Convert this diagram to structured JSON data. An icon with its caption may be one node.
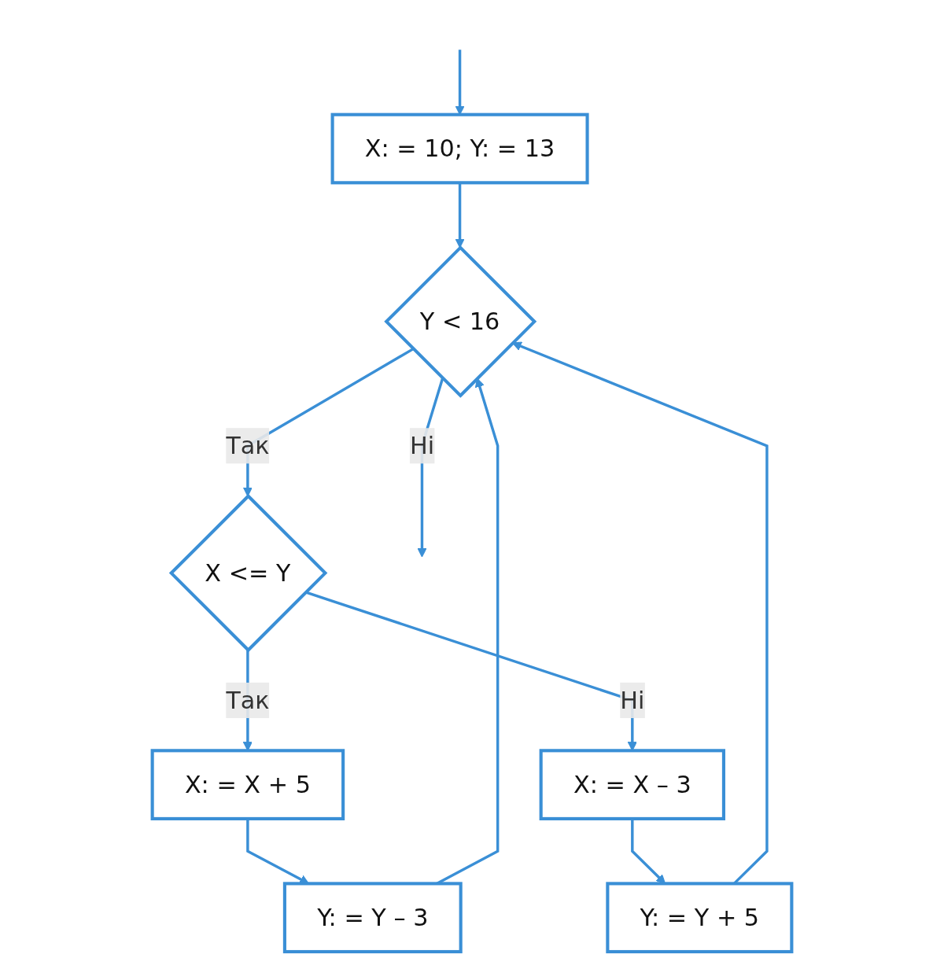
{
  "diagram": {
    "nodes": [
      {
        "text": [
          "X: = 10; Y: = 13"
        ]
      },
      {
        "text": [
          "Y < 16"
        ]
      },
      {
        "text": [
          "X <= Y"
        ]
      },
      {
        "text": [
          "X: = X + 5"
        ]
      },
      {
        "text": [
          "Y: = Y – 3"
        ]
      },
      {
        "text": [
          "X: = X – 3"
        ]
      },
      {
        "text": [
          "Y: = Y + 5"
        ]
      }
    ],
    "edges": [
      {
        "from": null,
        "to": 0,
        "arrow": "to"
      },
      {
        "from": 0,
        "to": 1,
        "arrow": "to"
      },
      {
        "from": 1,
        "to": 2,
        "arrow": "to",
        "label": "Так"
      },
      {
        "from": 1,
        "to": null,
        "arrow": "to",
        "label": "Ні"
      },
      {
        "from": 2,
        "to": 3,
        "arrow": "to",
        "label": "Так"
      },
      {
        "from": 2,
        "to": 5,
        "arrow": "to",
        "label": "Ні"
      },
      {
        "from": 3,
        "to": 4,
        "arrow": "to"
      },
      {
        "from": 5,
        "to": 6,
        "arrow": "to"
      },
      {
        "from": 4,
        "to": 1,
        "arrow": "to"
      },
      {
        "from": 6,
        "to": 1,
        "arrow": "to"
      }
    ]
  }
}
